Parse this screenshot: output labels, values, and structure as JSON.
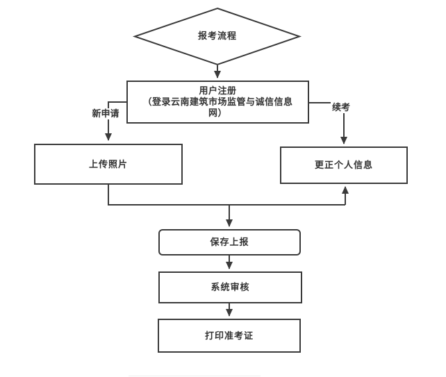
{
  "diagram": {
    "start": "报考流程",
    "register": {
      "line1": "用户注册",
      "line2": "（登录云南建筑市场监管与诚信信息",
      "line3": "网）"
    },
    "branches": {
      "new_application": "新申请",
      "continue_exam": "续考"
    },
    "upload_photo": "上传照片",
    "correct_personal_info": "更正个人信息",
    "save_submit": "保存上报",
    "system_review": "系统审核",
    "print_admission_ticket": "打印准考证"
  },
  "colors": {
    "stroke": "#3a3a3a",
    "text": "#333333",
    "background": "#ffffff"
  }
}
